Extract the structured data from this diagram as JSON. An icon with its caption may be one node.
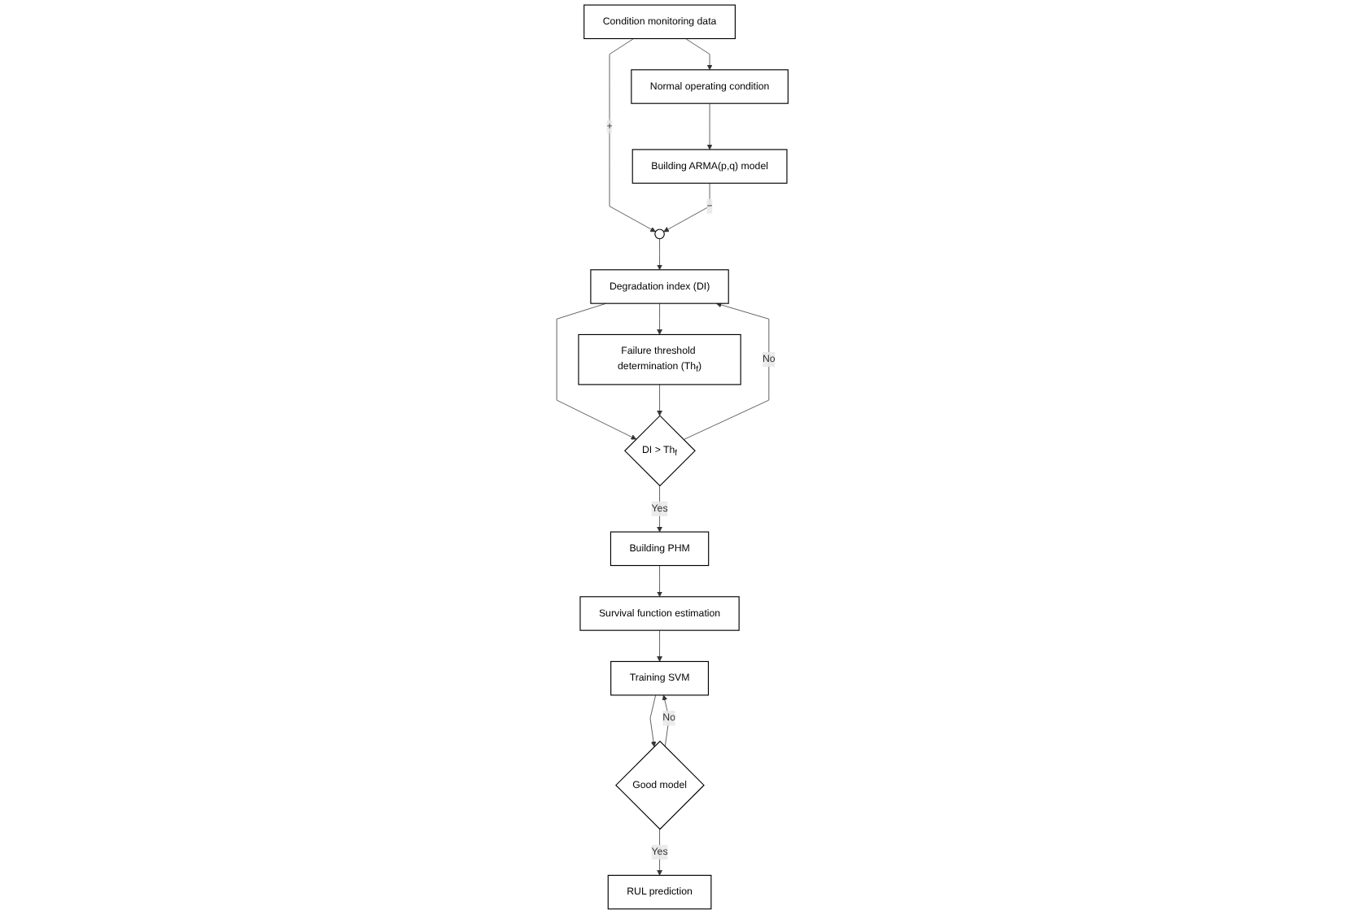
{
  "diagram": {
    "nodes": [
      {
        "text": [
          "Condition monitoring data"
        ]
      },
      {
        "text": [],
        "shape": "circle"
      },
      {
        "text": [
          "Degradation index (DI)"
        ]
      },
      {
        "text": [
          "Failure threshold determination (Th$_{f}$)"
        ]
      },
      {
        "text": [
          "Normal operating condition"
        ]
      },
      {
        "text": [
          "Building ARMA(p,q) model"
        ]
      },
      {
        "text": [
          "DI > Th$_{f}$"
        ]
      },
      {
        "text": [
          "Building PHM"
        ]
      },
      {
        "text": [
          "Survival function estimation"
        ]
      },
      {
        "text": [
          "Training SVM"
        ]
      },
      {
        "text": [
          "Good model"
        ]
      },
      {
        "text": [
          "RUL prediction"
        ]
      }
    ],
    "edges": [
      {
        "from": 0,
        "to": 1,
        "arrow": "to",
        "label": "+"
      },
      {
        "from": 5,
        "to": 1,
        "arrow": "to",
        "label": "−"
      },
      {
        "from": 0,
        "to": 4,
        "arrow": "to"
      },
      {
        "from": 4,
        "to": 5,
        "arrow": "to"
      },
      {
        "from": 1,
        "to": 2,
        "arrow": "to"
      },
      {
        "from": 2,
        "to": 3,
        "arrow": "to"
      },
      {
        "from": 2,
        "to": 6,
        "arrow": "to"
      },
      {
        "from": 3,
        "to": 6,
        "arrow": "to"
      },
      {
        "from": 6,
        "to": 2,
        "arrow": "to",
        "label": "No"
      },
      {
        "from": 6,
        "to": 7,
        "arrow": "to",
        "label": "Yes"
      },
      {
        "from": 7,
        "to": 8,
        "arrow": "to"
      },
      {
        "from": 8,
        "to": 9,
        "arrow": "to"
      },
      {
        "from": 9,
        "to": 10,
        "arrow": "to"
      },
      {
        "from": 10,
        "to": 9,
        "arrow": "to",
        "label": "No"
      },
      {
        "from": 10,
        "to": 11,
        "arrow": "to",
        "label": "Yes"
      }
    ]
  }
}
